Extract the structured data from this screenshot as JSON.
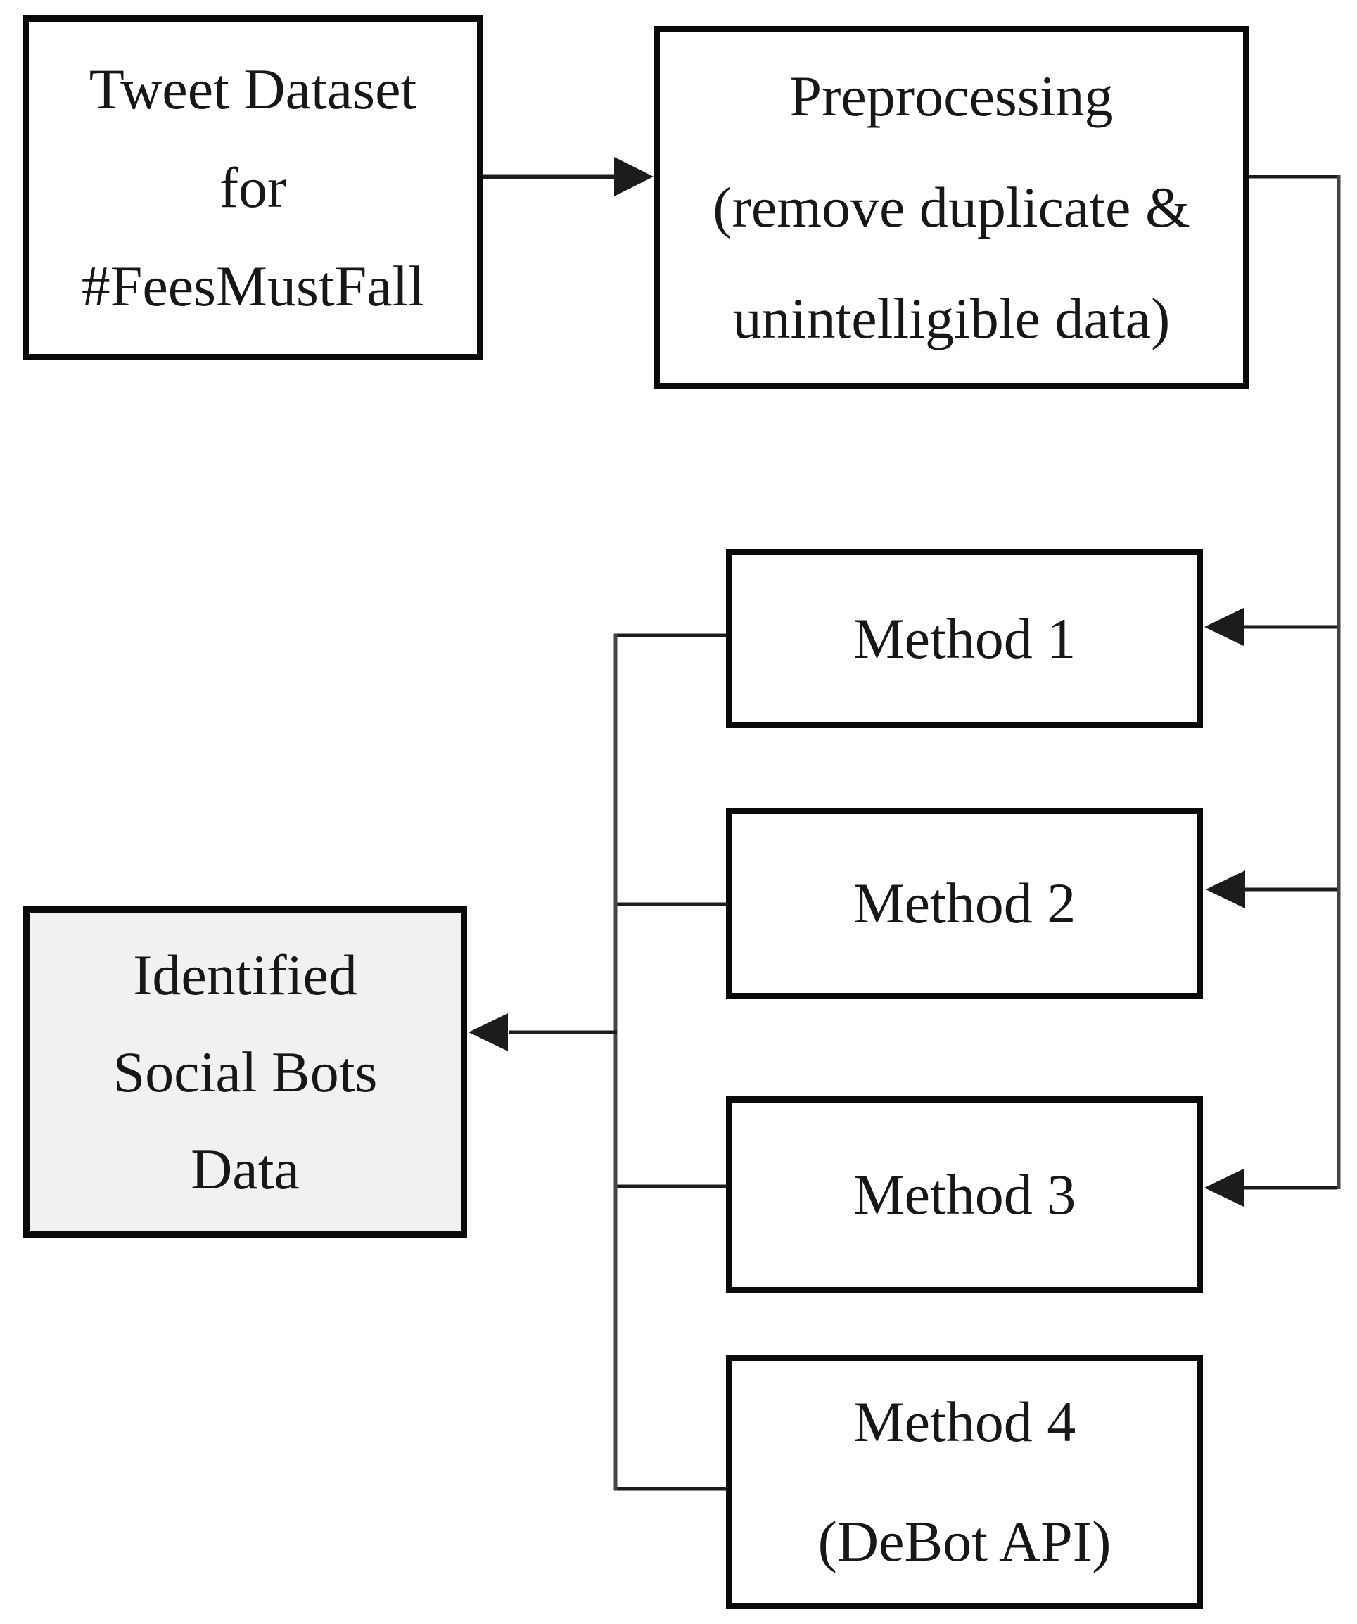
{
  "colors": {
    "background": "#ffffff",
    "line": "#1c1c1c",
    "line_soft": "#454545",
    "box_border": "#0a0a0a",
    "box_fill_default": "#ffffff",
    "box_fill_highlight": "#f1f1f1"
  },
  "nodes": {
    "tweet_dataset": {
      "lines": [
        "Tweet Dataset",
        "for",
        "#FeesMustFall"
      ]
    },
    "preprocessing": {
      "lines": [
        "Preprocessing",
        "(remove duplicate &",
        "unintelligible data)"
      ]
    },
    "method_1": {
      "lines": [
        "Method 1"
      ]
    },
    "method_2": {
      "lines": [
        "Method 2"
      ]
    },
    "method_3": {
      "lines": [
        "Method 3"
      ]
    },
    "method_4": {
      "lines": [
        "Method 4",
        "(DeBot API)"
      ]
    },
    "identified_social_bots": {
      "lines": [
        "Identified",
        "Social Bots",
        "Data"
      ]
    }
  },
  "edges": [
    {
      "from": "tweet_dataset",
      "to": "preprocessing",
      "arrow": true
    },
    {
      "from": "preprocessing",
      "to": "method_1",
      "arrow": true
    },
    {
      "from": "preprocessing",
      "to": "method_2",
      "arrow": true
    },
    {
      "from": "preprocessing",
      "to": "method_3",
      "arrow": true
    },
    {
      "from": "preprocessing",
      "to": "method_4",
      "arrow": false
    },
    {
      "from": "method_1",
      "to": "identified_social_bots",
      "arrow": true
    },
    {
      "from": "method_2",
      "to": "identified_social_bots",
      "arrow": true
    },
    {
      "from": "method_3",
      "to": "identified_social_bots",
      "arrow": true
    },
    {
      "from": "method_4",
      "to": "identified_social_bots",
      "arrow": true
    }
  ]
}
